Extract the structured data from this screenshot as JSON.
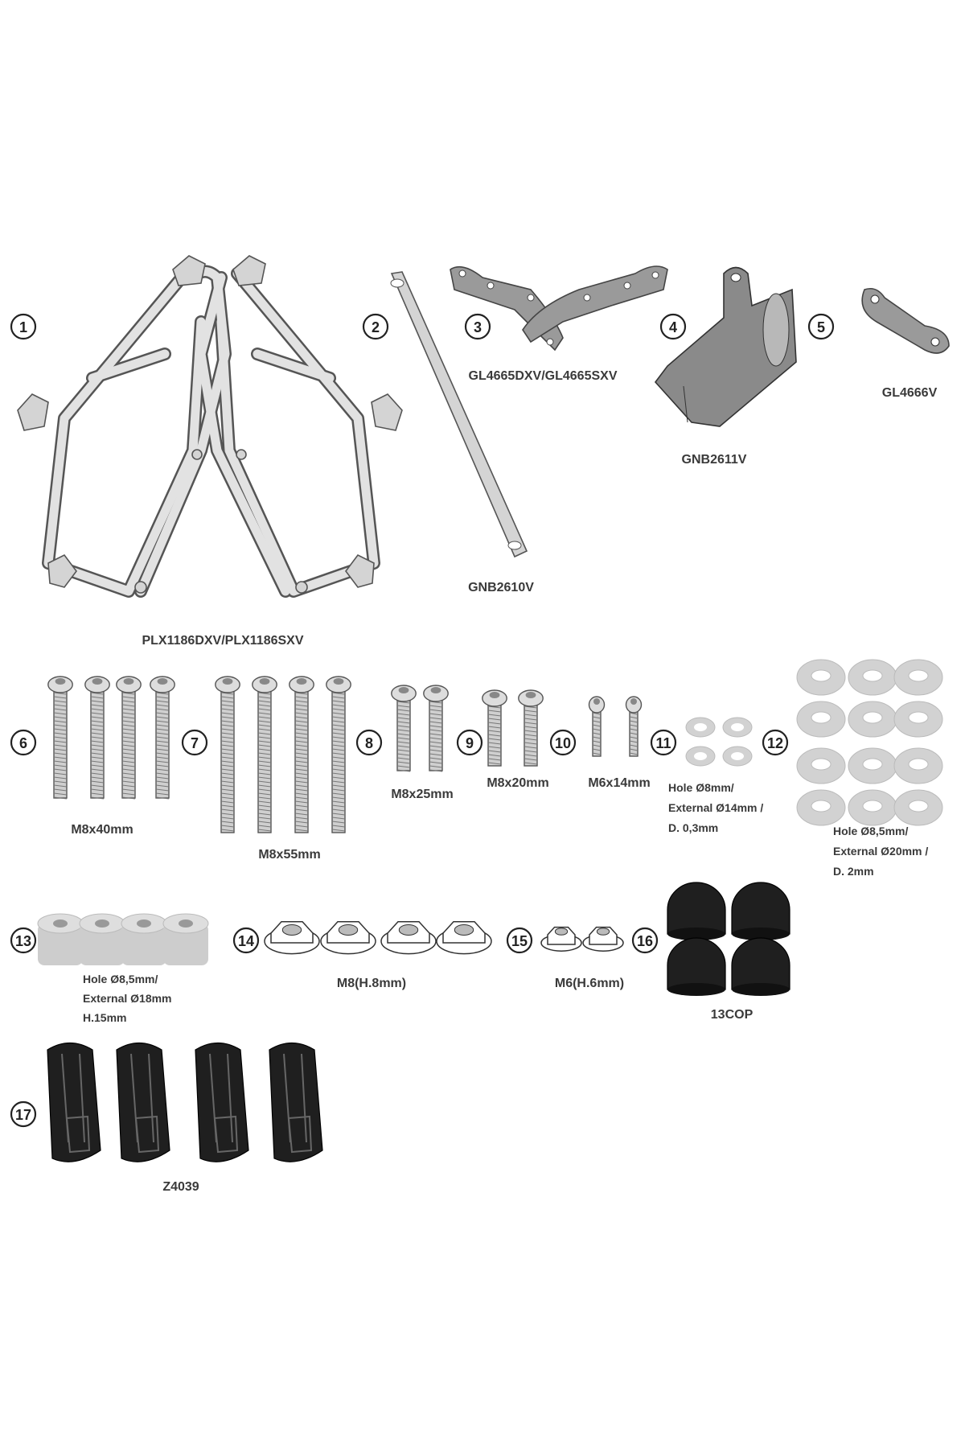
{
  "parts": [
    {
      "num": "1",
      "code": "PLX1186DXV/PLX1186SXV"
    },
    {
      "num": "2",
      "code": "GNB2610V"
    },
    {
      "num": "3",
      "code": "GL4665DXV/GL4665SXV"
    },
    {
      "num": "4",
      "code": "GNB2611V"
    },
    {
      "num": "5",
      "code": "GL4666V"
    },
    {
      "num": "6",
      "code": "M8x40mm"
    },
    {
      "num": "7",
      "code": "M8x55mm"
    },
    {
      "num": "8",
      "code": "M8x25mm"
    },
    {
      "num": "9",
      "code": "M8x20mm"
    },
    {
      "num": "10",
      "code": "M6x14mm"
    },
    {
      "num": "11",
      "lines": [
        "Hole Ø8mm/",
        "External Ø14mm /",
        "D. 0,3mm"
      ]
    },
    {
      "num": "12",
      "lines": [
        "Hole Ø8,5mm/",
        "External Ø20mm /",
        "D. 2mm"
      ]
    },
    {
      "num": "13",
      "lines": [
        "Hole Ø8,5mm/",
        "External Ø18mm",
        "H.15mm"
      ]
    },
    {
      "num": "14",
      "code": "M8(H.8mm)"
    },
    {
      "num": "15",
      "code": "M6(H.6mm)"
    },
    {
      "num": "16",
      "code": "13COP"
    },
    {
      "num": "17",
      "code": "Z4039"
    }
  ]
}
